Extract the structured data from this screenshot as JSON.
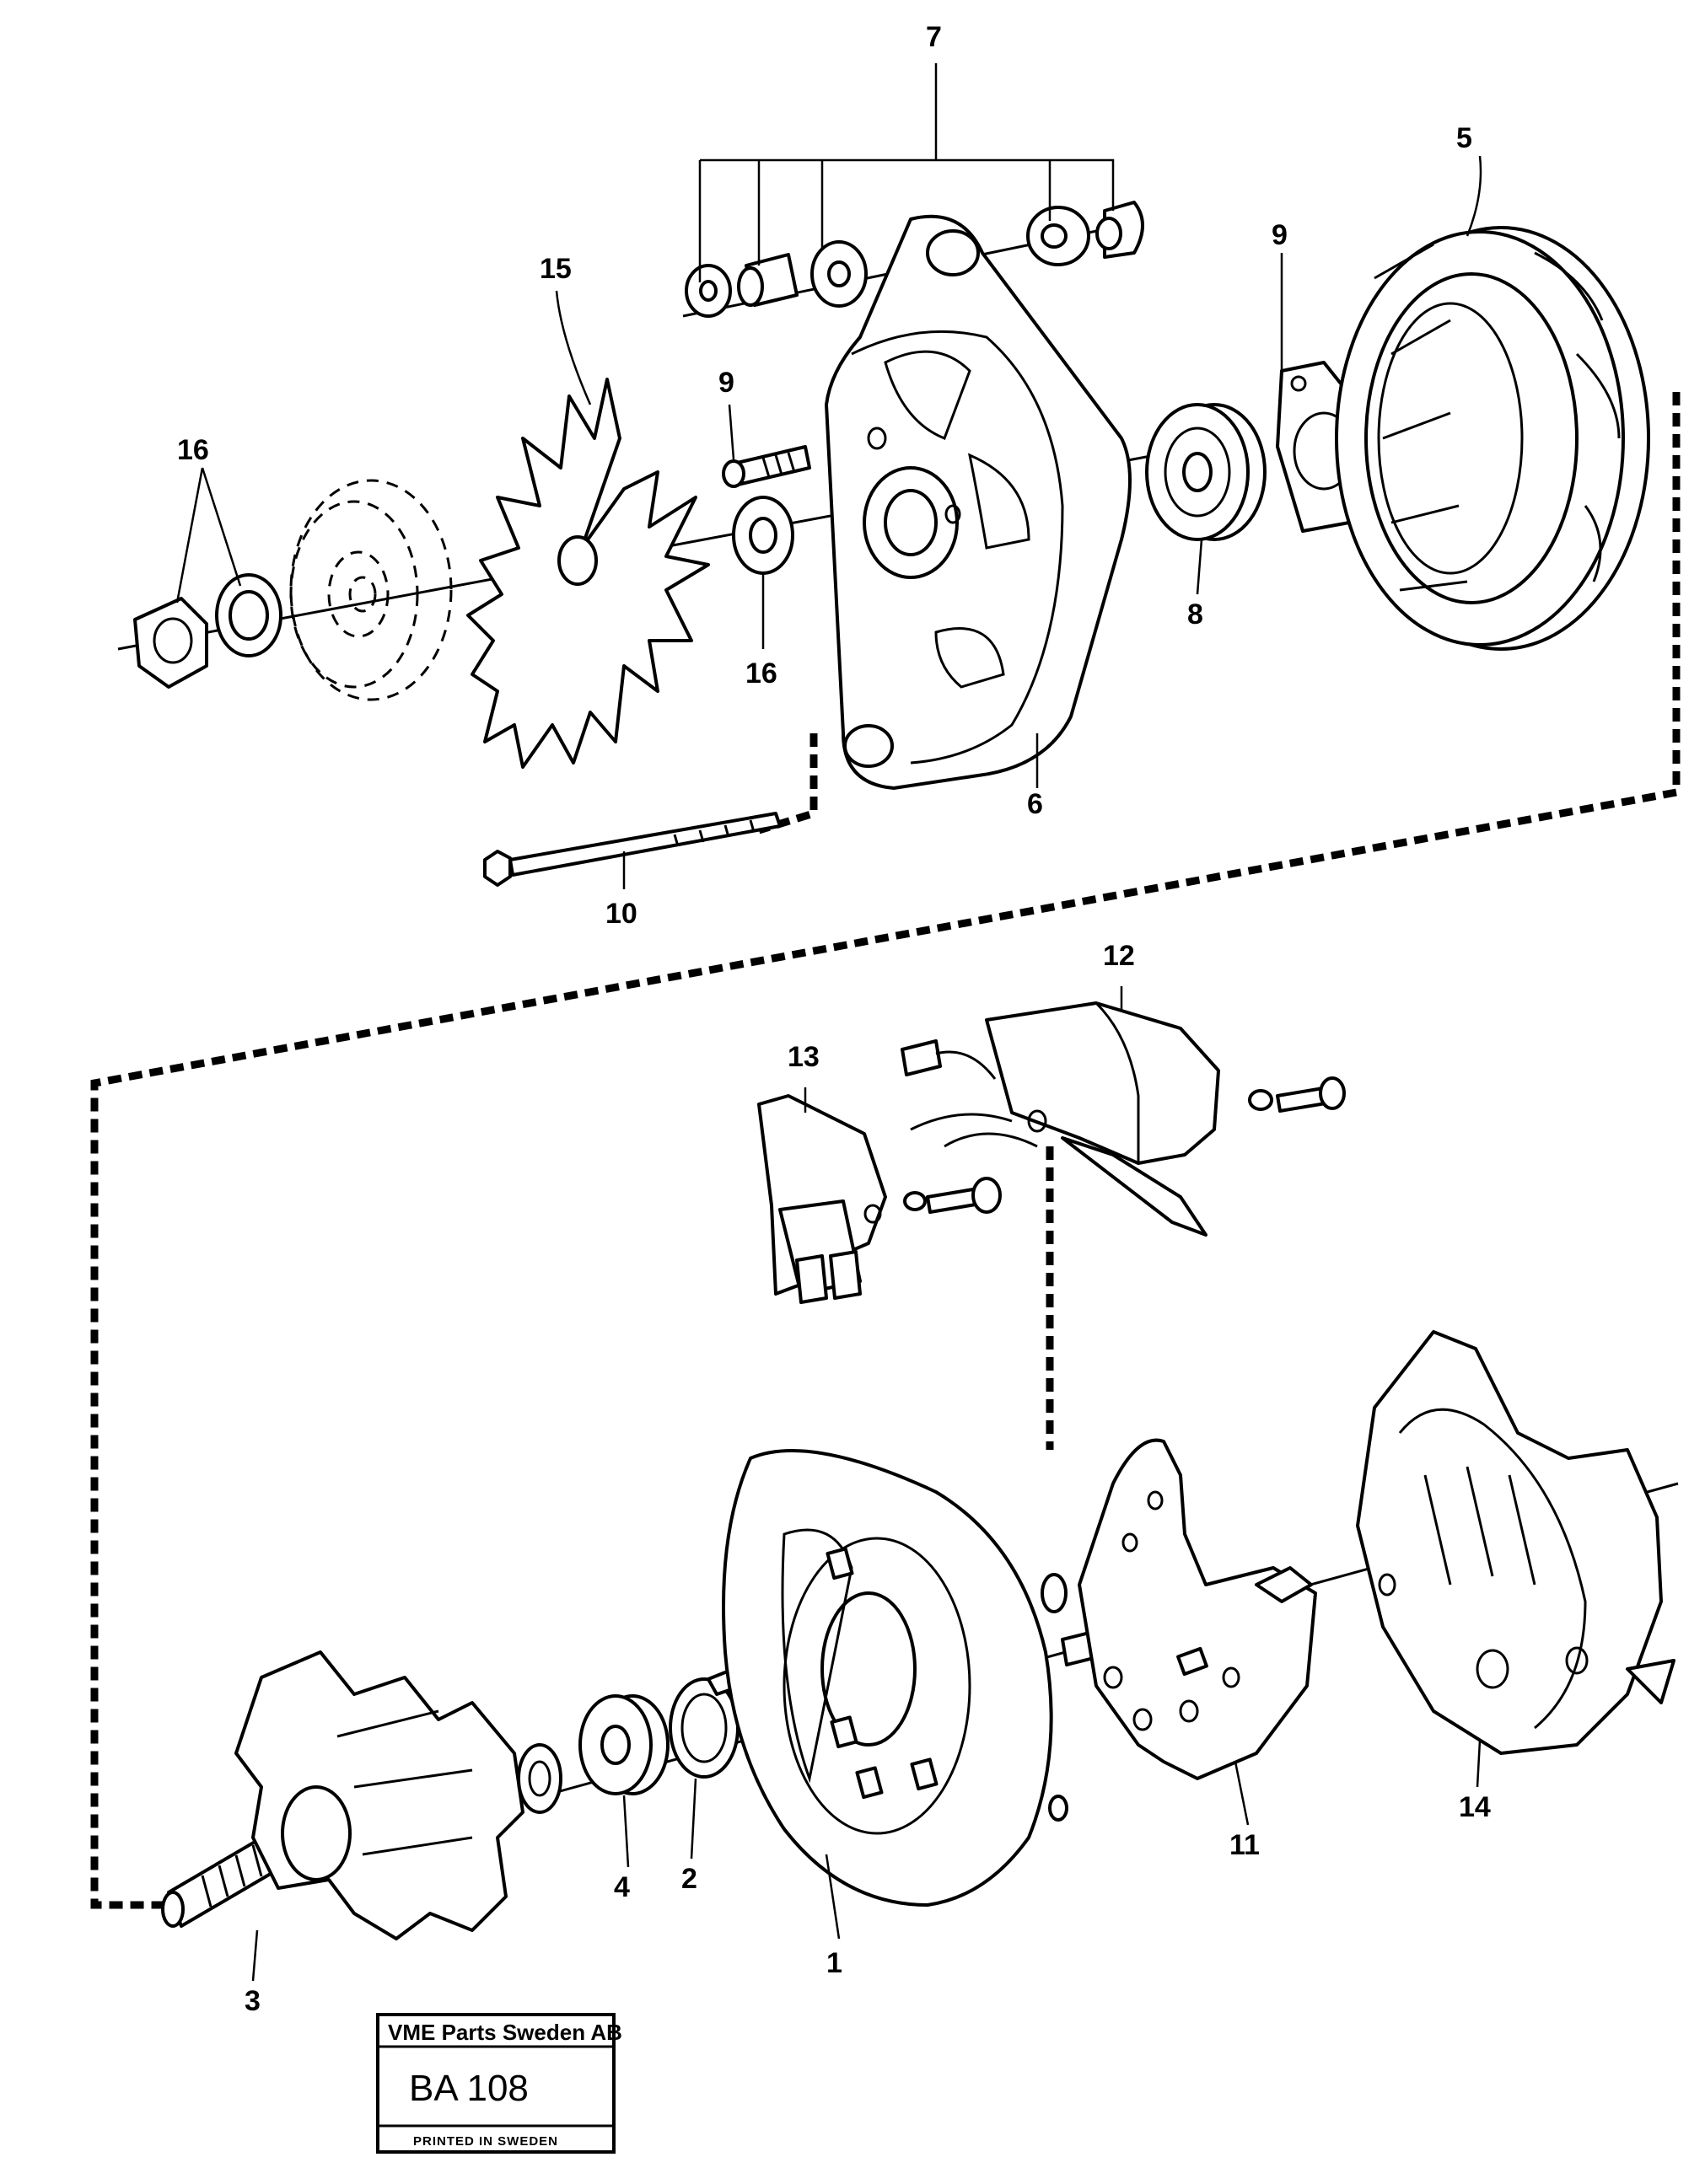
{
  "callouts": {
    "c7": "7",
    "c5": "5",
    "c9a": "9",
    "c15": "15",
    "c9b": "9",
    "c16a": "16",
    "c16b": "16",
    "c8": "8",
    "c6": "6",
    "c10": "10",
    "c12": "12",
    "c13": "13",
    "c14": "14",
    "c11": "11",
    "c1": "1",
    "c2": "2",
    "c4": "4",
    "c3": "3"
  },
  "stamp": {
    "company": "VME Parts Sweden AB",
    "code": "BA 108",
    "printed": "PRINTED IN SWEDEN"
  }
}
